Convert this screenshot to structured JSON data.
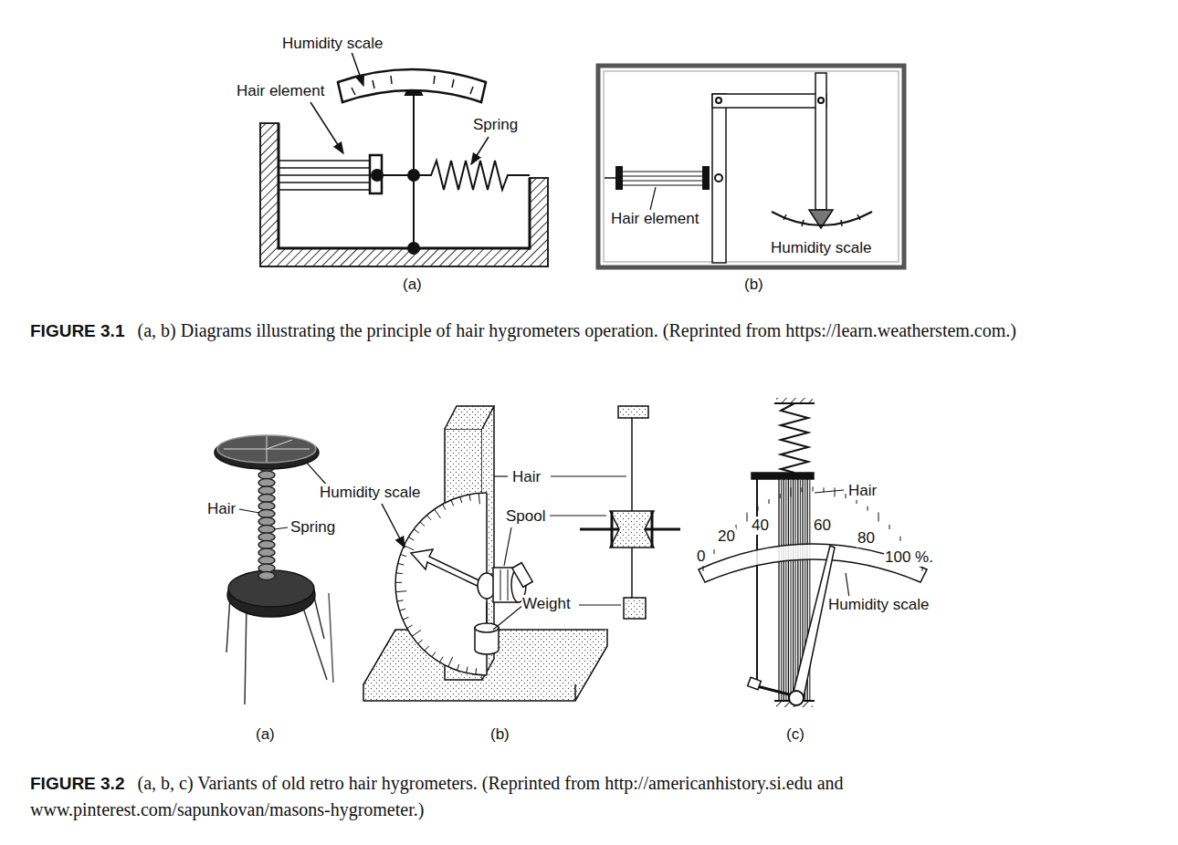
{
  "diagram": {
    "labels": [
      "Humidity scale",
      "Hair element",
      "Spring",
      "(a)",
      "Hair element",
      "Humidity scale",
      "(b)",
      "FIGURE 3.1",
      "(a, b) Diagrams illustrating the principle of hair hygrometers operation. (Reprinted from https://learn.weatherstem.com.)",
      "Hair",
      "Humidity scale",
      "Spring",
      "Hair",
      "Spool",
      "Weight",
      "Hair",
      "0",
      "20",
      "40",
      "60",
      "80",
      "100 %.",
      "Humidity scale",
      "(a)",
      "(b)",
      "(c)",
      "FIGURE 3.2",
      "(a, b, c) Variants of old retro hair hygrometers. (Reprinted from http://americanhistory.si.edu and www.pinterest.com/sapunkovan/masons-hygrometer.)"
    ]
  }
}
